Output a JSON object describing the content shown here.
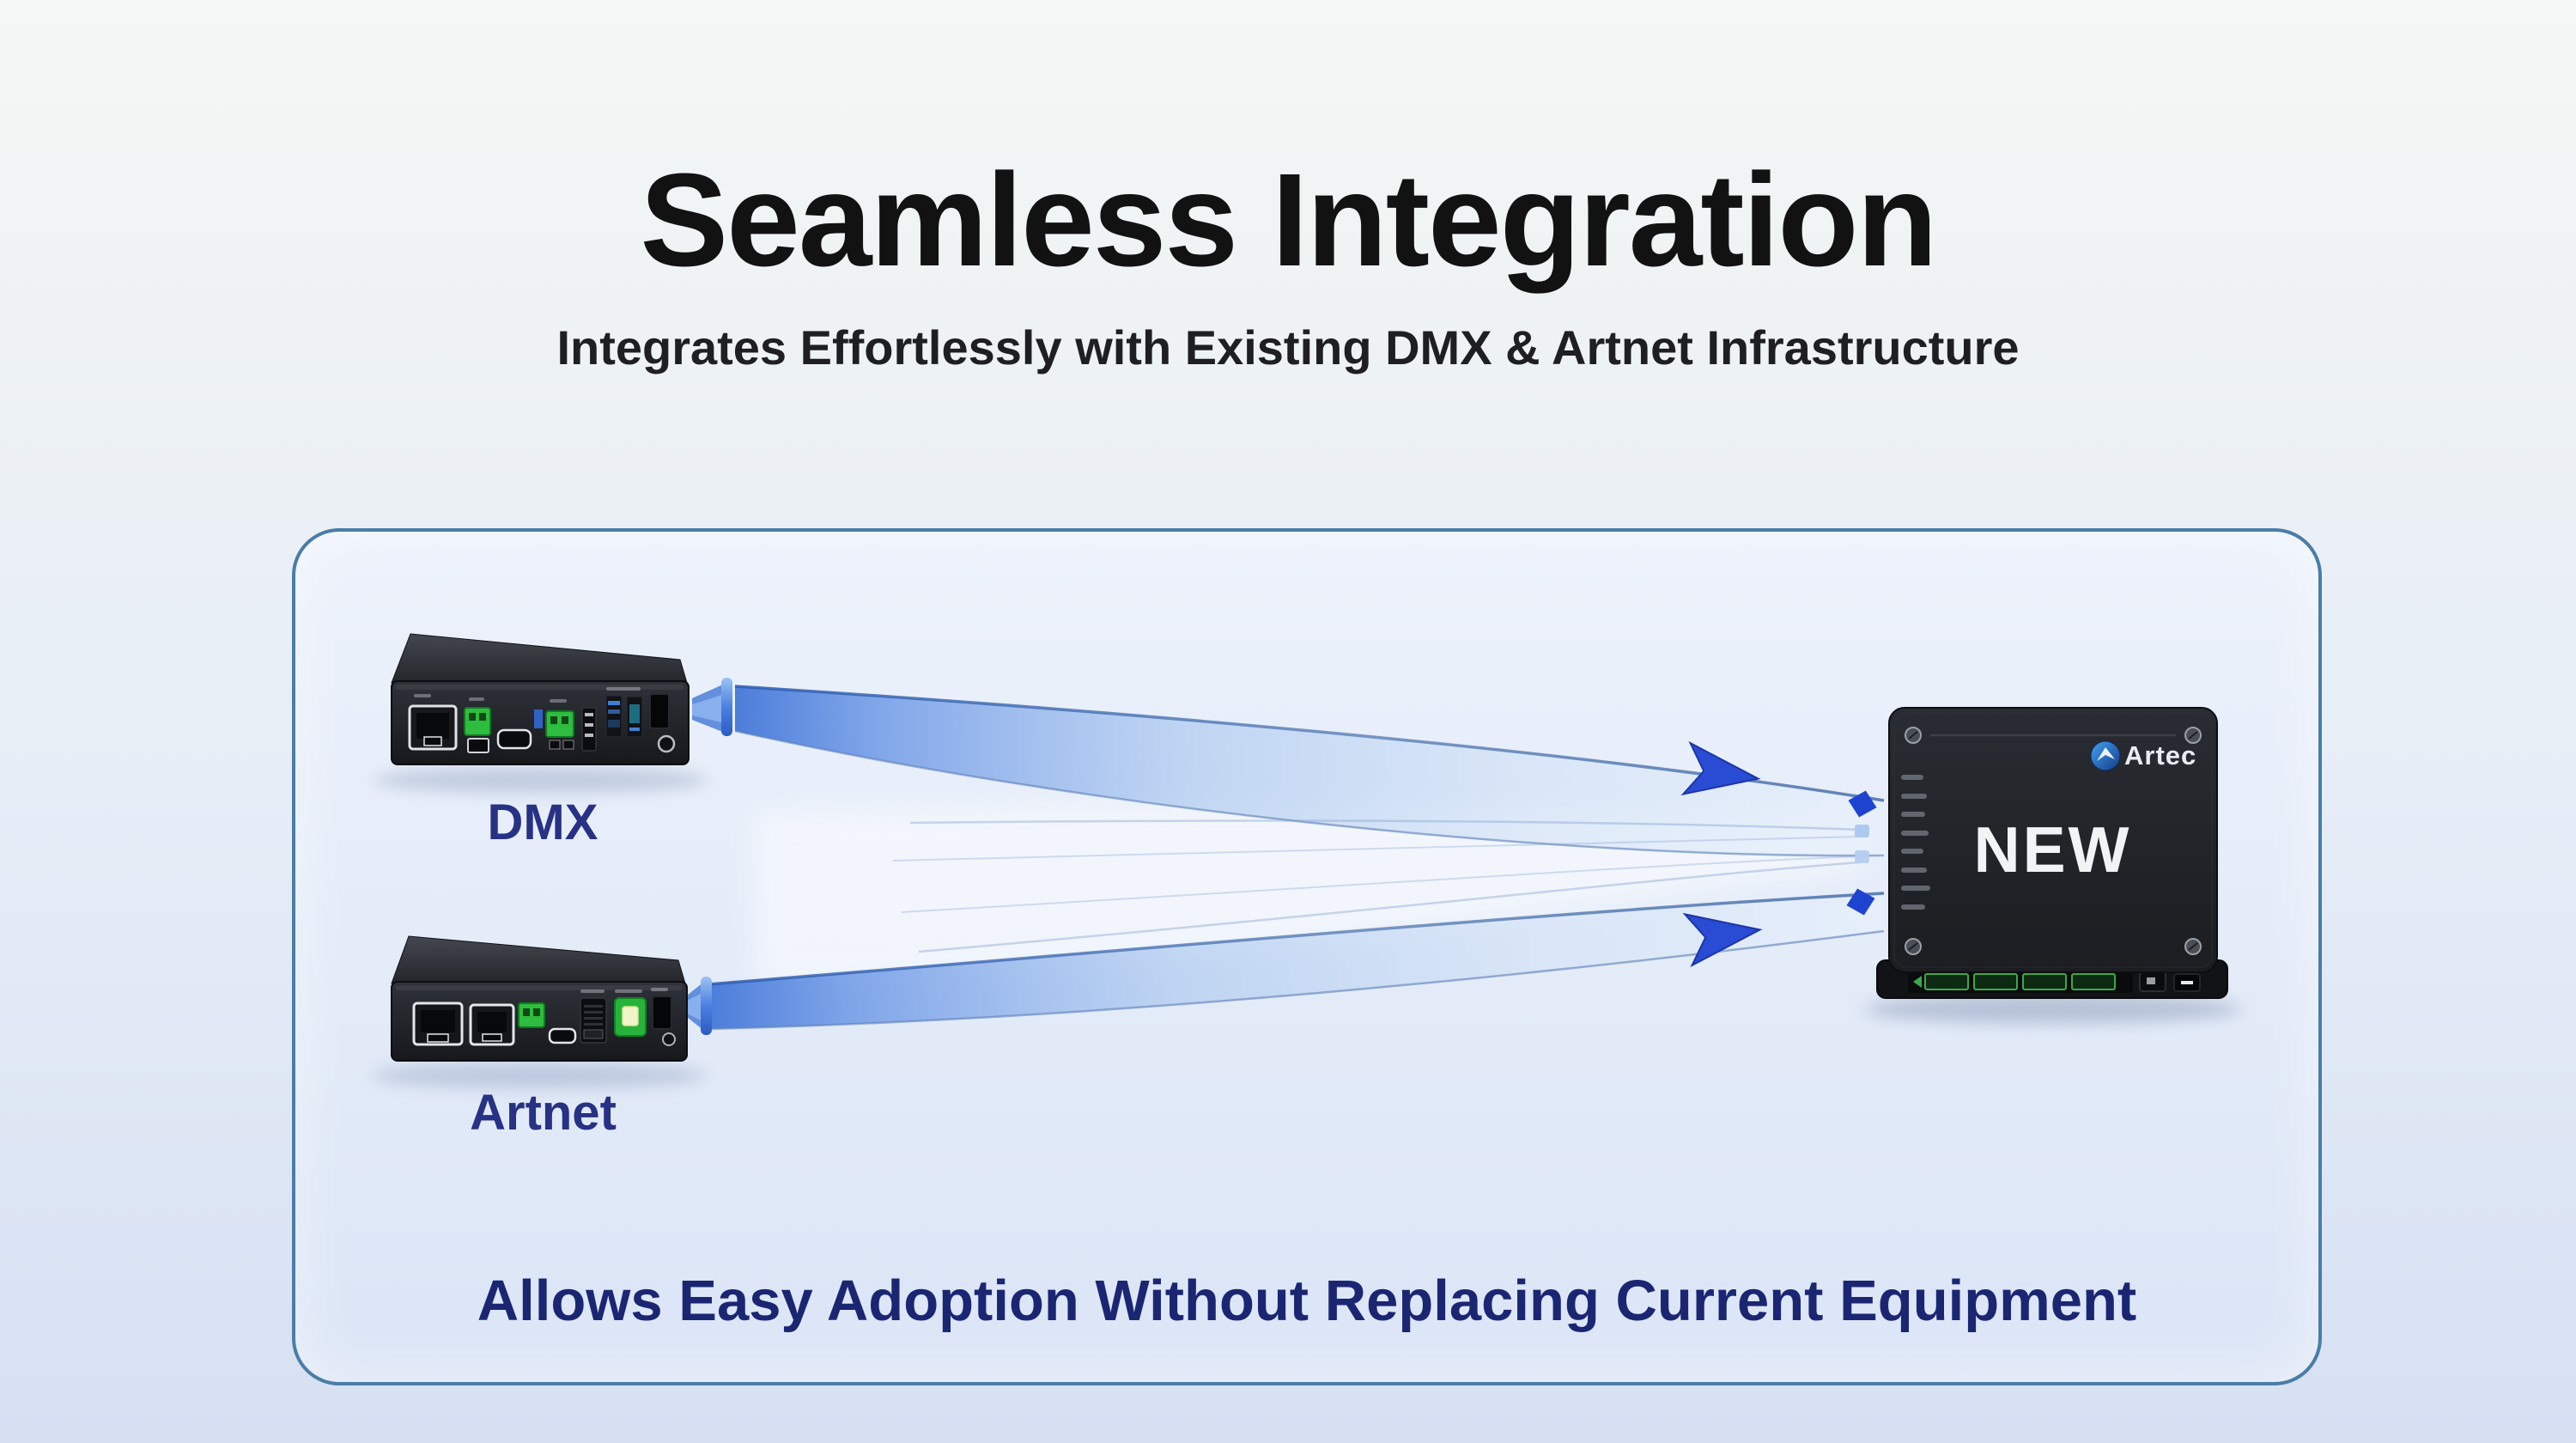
{
  "header": {
    "title": "Seamless Integration",
    "subtitle": "Integrates Effortlessly with Existing DMX & Artnet Infrastructure"
  },
  "panel": {
    "caption": "Allows Easy Adoption Without Replacing Current Equipment",
    "devices": {
      "dmx": {
        "label": "DMX",
        "type": "legacy DMX node"
      },
      "artnet": {
        "label": "Artnet",
        "type": "legacy Artnet node"
      },
      "new_device": {
        "label": "NEW",
        "brand": "Artec"
      }
    },
    "connections": [
      {
        "from": "DMX",
        "to": "NEW"
      },
      {
        "from": "Artnet",
        "to": "NEW"
      }
    ]
  },
  "colors": {
    "panel_border": "#4a7da7",
    "beam_blue": "#5b8ede",
    "arrow_blue": "#2a4bd4",
    "navy_text": "#1b2673",
    "title_black": "#121212",
    "device_black": "#1c1e23",
    "port_green": "#2ebd3e"
  }
}
